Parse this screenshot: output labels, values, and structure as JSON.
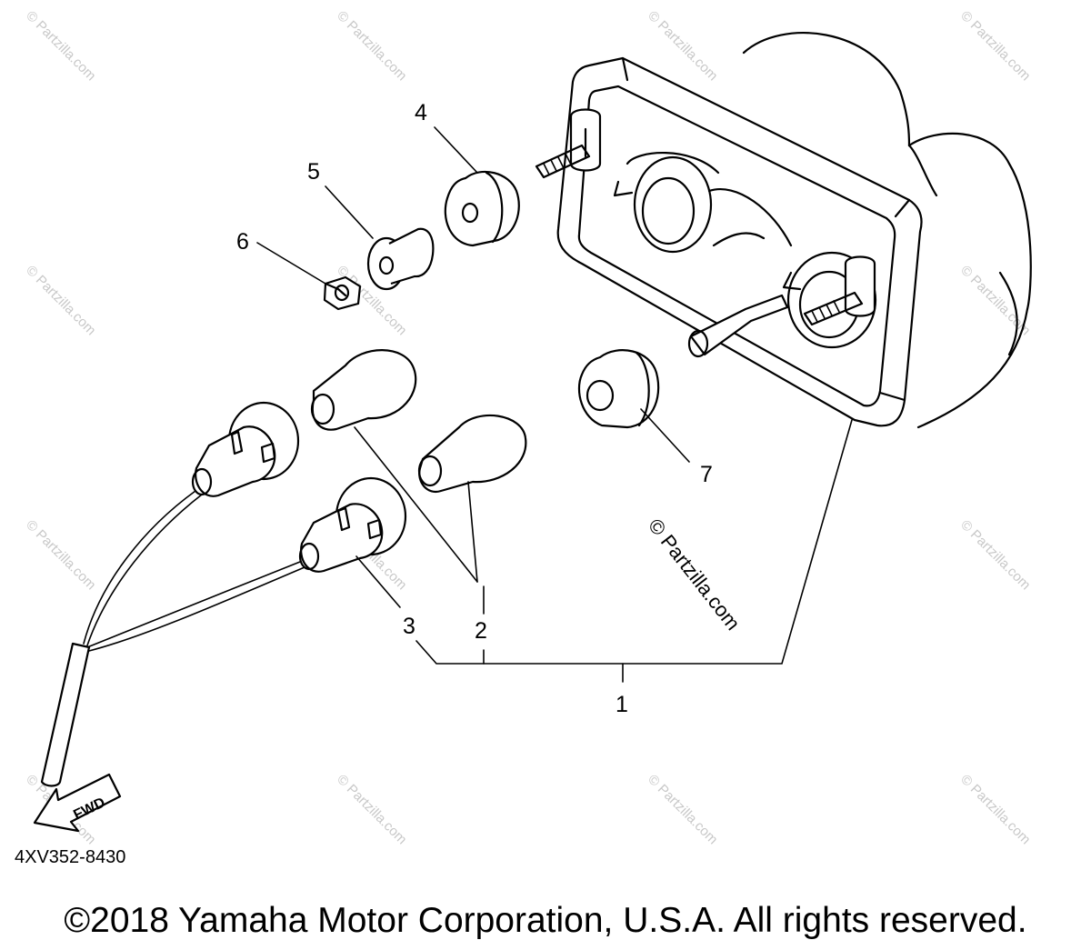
{
  "diagram": {
    "callouts": {
      "c1": "1",
      "c2": "2",
      "c3": "3",
      "c4": "4",
      "c5": "5",
      "c6": "6",
      "c7": "7"
    },
    "part_code": "4XV352-8430",
    "fwd_label": "FWD",
    "watermark": "© Partzilla.com",
    "watermark_big": "© Partzilla.com",
    "copyright": "©2018 Yamaha Motor Corporation, U.S.A. All rights reserved."
  }
}
